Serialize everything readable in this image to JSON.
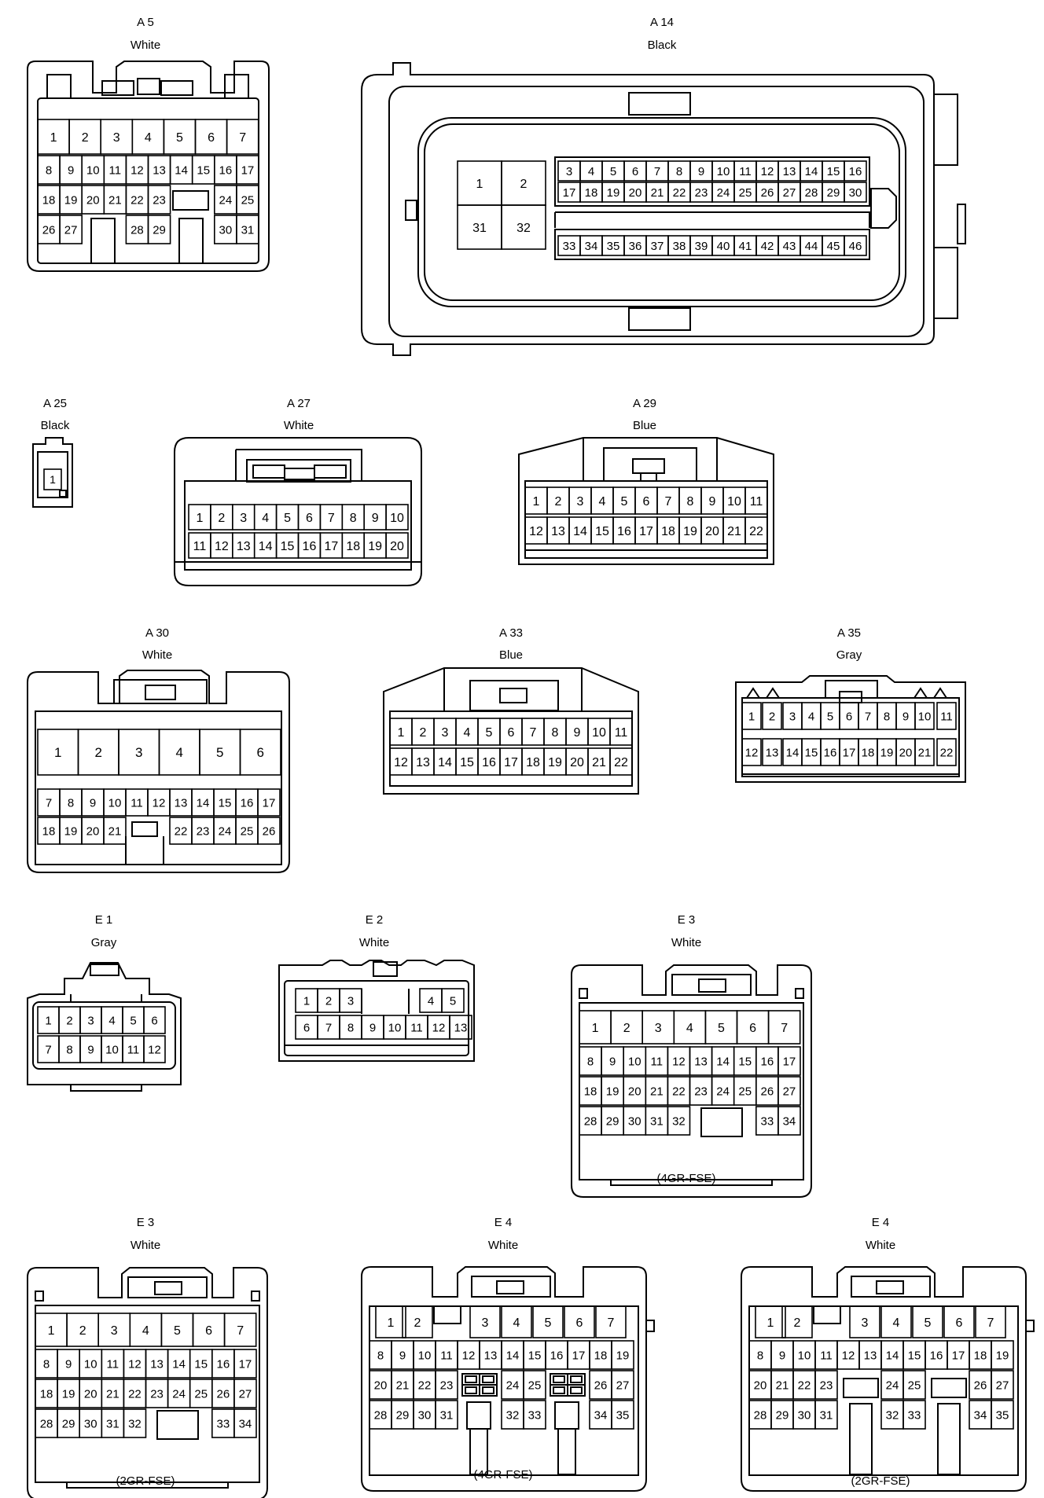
{
  "connectors": [
    {
      "id": "A5",
      "label": "A 5",
      "color": "White",
      "variant": "",
      "rows": [
        [
          "1",
          "2",
          "3",
          "4",
          "5",
          "6",
          "7"
        ],
        [
          "8",
          "9",
          "10",
          "11",
          "12",
          "13",
          "14",
          "15",
          "16",
          "17"
        ],
        [
          "18",
          "19",
          "20",
          "21",
          "22",
          "23",
          "",
          "24",
          "25"
        ],
        [
          "26",
          "27",
          "",
          "28",
          "29",
          "",
          "30",
          "31"
        ]
      ]
    },
    {
      "id": "A14",
      "label": "A 14",
      "color": "Black",
      "variant": "",
      "big": [
        [
          "1",
          "2"
        ],
        [
          "31",
          "32"
        ]
      ],
      "rows": [
        [
          "3",
          "4",
          "5",
          "6",
          "7",
          "8",
          "9",
          "10",
          "11",
          "12",
          "13",
          "14",
          "15",
          "16"
        ],
        [
          "17",
          "18",
          "19",
          "20",
          "21",
          "22",
          "23",
          "24",
          "25",
          "26",
          "27",
          "28",
          "29",
          "30"
        ],
        [
          "33",
          "34",
          "35",
          "36",
          "37",
          "38",
          "39",
          "40",
          "41",
          "42",
          "43",
          "44",
          "45",
          "46"
        ]
      ]
    },
    {
      "id": "A25",
      "label": "A 25",
      "color": "Black",
      "variant": "",
      "rows": [
        [
          "1"
        ]
      ]
    },
    {
      "id": "A27",
      "label": "A 27",
      "color": "White",
      "variant": "",
      "rows": [
        [
          "1",
          "2",
          "3",
          "4",
          "5",
          "6",
          "7",
          "8",
          "9",
          "10"
        ],
        [
          "11",
          "12",
          "13",
          "14",
          "15",
          "16",
          "17",
          "18",
          "19",
          "20"
        ]
      ]
    },
    {
      "id": "A29",
      "label": "A 29",
      "color": "Blue",
      "variant": "",
      "rows": [
        [
          "1",
          "2",
          "3",
          "4",
          "5",
          "6",
          "7",
          "8",
          "9",
          "10",
          "11"
        ],
        [
          "12",
          "13",
          "14",
          "15",
          "16",
          "17",
          "18",
          "19",
          "20",
          "21",
          "22"
        ]
      ]
    },
    {
      "id": "A30",
      "label": "A 30",
      "color": "White",
      "variant": "",
      "rows": [
        [
          "1",
          "2",
          "3",
          "4",
          "5",
          "6"
        ],
        [
          "7",
          "8",
          "9",
          "10",
          "11",
          "12",
          "13",
          "14",
          "15",
          "16",
          "17"
        ],
        [
          "18",
          "19",
          "20",
          "21",
          "",
          "22",
          "23",
          "24",
          "25",
          "26"
        ]
      ]
    },
    {
      "id": "A33",
      "label": "A 33",
      "color": "Blue",
      "variant": "",
      "rows": [
        [
          "1",
          "2",
          "3",
          "4",
          "5",
          "6",
          "7",
          "8",
          "9",
          "10",
          "11"
        ],
        [
          "12",
          "13",
          "14",
          "15",
          "16",
          "17",
          "18",
          "19",
          "20",
          "21",
          "22"
        ]
      ]
    },
    {
      "id": "A35",
      "label": "A 35",
      "color": "Gray",
      "variant": "",
      "rows": [
        [
          "1",
          "2",
          "3",
          "4",
          "5",
          "6",
          "7",
          "8",
          "9",
          "10",
          "11"
        ],
        [
          "12",
          "13",
          "14",
          "15",
          "16",
          "17",
          "18",
          "19",
          "20",
          "21",
          "22"
        ]
      ]
    },
    {
      "id": "E1",
      "label": "E 1",
      "color": "Gray",
      "variant": "",
      "rows": [
        [
          "1",
          "2",
          "3",
          "4",
          "5",
          "6"
        ],
        [
          "7",
          "8",
          "9",
          "10",
          "11",
          "12"
        ]
      ]
    },
    {
      "id": "E2",
      "label": "E 2",
      "color": "White",
      "variant": "",
      "rows": [
        [
          "1",
          "2",
          "3",
          "",
          "4",
          "5"
        ],
        [
          "6",
          "7",
          "8",
          "9",
          "10",
          "11",
          "12",
          "13"
        ]
      ]
    },
    {
      "id": "E3a",
      "label": "E 3",
      "color": "White",
      "variant": "(4GR-FSE)",
      "rows": [
        [
          "1",
          "2",
          "3",
          "4",
          "5",
          "6",
          "7"
        ],
        [
          "8",
          "9",
          "10",
          "11",
          "12",
          "13",
          "14",
          "15",
          "16",
          "17"
        ],
        [
          "18",
          "19",
          "20",
          "21",
          "22",
          "23",
          "24",
          "25",
          "26",
          "27"
        ],
        [
          "28",
          "29",
          "30",
          "31",
          "32",
          "",
          "33",
          "34"
        ]
      ]
    },
    {
      "id": "E3b",
      "label": "E 3",
      "color": "White",
      "variant": "(2GR-FSE)",
      "rows": [
        [
          "1",
          "2",
          "3",
          "4",
          "5",
          "6",
          "7"
        ],
        [
          "8",
          "9",
          "10",
          "11",
          "12",
          "13",
          "14",
          "15",
          "16",
          "17"
        ],
        [
          "18",
          "19",
          "20",
          "21",
          "22",
          "23",
          "24",
          "25",
          "26",
          "27"
        ],
        [
          "28",
          "29",
          "30",
          "31",
          "32",
          "",
          "33",
          "34"
        ]
      ]
    },
    {
      "id": "E4a",
      "label": "E 4",
      "color": "White",
      "variant": "(4GR-FSE)",
      "rows": [
        [
          "1",
          "2",
          "",
          "3",
          "4",
          "5",
          "6",
          "7"
        ],
        [
          "8",
          "9",
          "10",
          "11",
          "12",
          "13",
          "14",
          "15",
          "16",
          "17",
          "18",
          "19"
        ],
        [
          "20",
          "21",
          "22",
          "23",
          "",
          "24",
          "25",
          "",
          "26",
          "27"
        ],
        [
          "28",
          "29",
          "30",
          "31",
          "",
          "32",
          "33",
          "",
          "34",
          "35"
        ]
      ]
    },
    {
      "id": "E4b",
      "label": "E 4",
      "color": "White",
      "variant": "(2GR-FSE)",
      "rows": [
        [
          "1",
          "2",
          "",
          "3",
          "4",
          "5",
          "6",
          "7"
        ],
        [
          "8",
          "9",
          "10",
          "11",
          "12",
          "13",
          "14",
          "15",
          "16",
          "17",
          "18",
          "19"
        ],
        [
          "20",
          "21",
          "22",
          "23",
          "",
          "24",
          "25",
          "",
          "26",
          "27"
        ],
        [
          "28",
          "29",
          "30",
          "31",
          "",
          "32",
          "33",
          "",
          "34",
          "35"
        ]
      ]
    }
  ]
}
